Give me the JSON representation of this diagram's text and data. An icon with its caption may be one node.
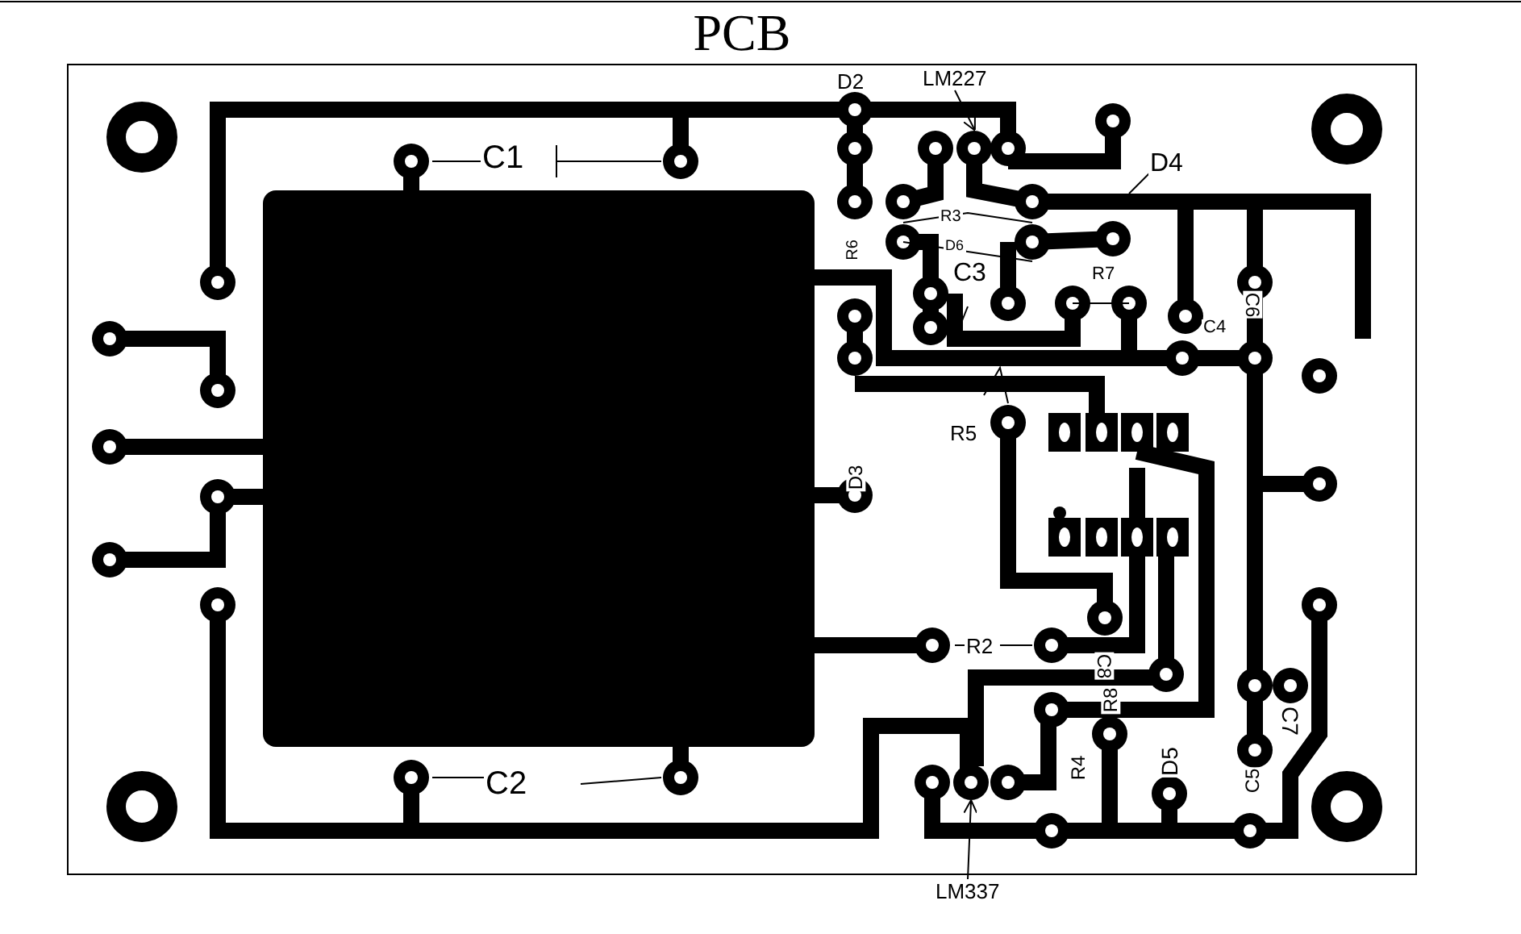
{
  "diagram": {
    "title": "PCB",
    "nodes": [
      {
        "text": [
          "LM227"
        ]
      },
      {
        "text": [],
        "shape": "circle"
      },
      {
        "text": [
          "LM337"
        ]
      },
      {
        "text": [],
        "shape": "circle"
      }
    ],
    "edges": [
      {
        "from": 0,
        "to": 1,
        "arrow": "to"
      },
      {
        "from": 2,
        "to": 3,
        "arrow": "to"
      }
    ],
    "labels": [
      "D2",
      "C1",
      "D4",
      "R3",
      "D6",
      "C3",
      "R7",
      "R6",
      "C4",
      "C6",
      "R5",
      "D3",
      "R2",
      "C8",
      "R8",
      "R4",
      "D5",
      "C5",
      "C7",
      "C2"
    ]
  }
}
